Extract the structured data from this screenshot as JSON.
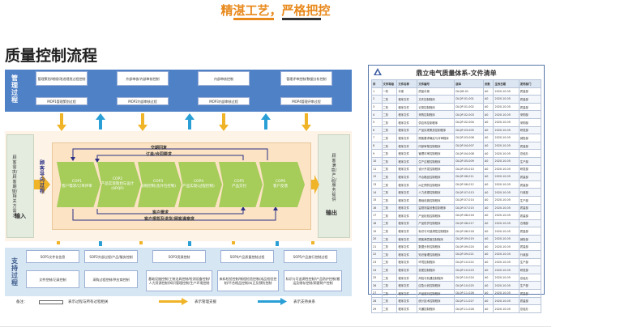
{
  "header": {
    "tagline": "精湛工艺，严格把控",
    "title": "质量控制流程"
  },
  "management": {
    "label": "管理过程",
    "top_boxes": [
      "管理策划/增规/改进规划过程控制",
      "外部审核/内部审核控制",
      "内部审核控制",
      "管理评审控制/数据分析控制"
    ],
    "bottom_boxes": [
      "MOP1管理策划过程",
      "MOP2内部审核过程",
      "MOP3内部审核过程",
      "MOP4管理评审过程"
    ]
  },
  "core": {
    "input_label": "顾客需求/顾客期望/相关方需求",
    "input_word": "输入",
    "output_label": "顾客满意/产品/服务提供",
    "output_word": "输出",
    "customer_label": "顾客导向过程",
    "processes": [
      {
        "code": "COP1",
        "name": "客户需求/订单评审"
      },
      {
        "code": "COP2",
        "name": "产品实现策划与设计(APQP)"
      },
      {
        "code": "COP3",
        "name": "采购控制(含外包控制)"
      },
      {
        "code": "COP4",
        "name": "产品实现(过程控制)"
      },
      {
        "code": "COP5",
        "name": "产品交付"
      },
      {
        "code": "COP6",
        "name": "客户反馈"
      }
    ],
    "flows": {
      "top1": "交期回复",
      "top2": "订单/合同要求",
      "bottom1": "客户需求",
      "bottom2": "客户报怨及退货/顾客满意度"
    }
  },
  "support": {
    "label": "支持过程",
    "top_boxes": [
      {
        "code": "SOP1",
        "name": "文件化信息"
      },
      {
        "code": "SOP2",
        "name": "外部过程/产品/服务控制"
      },
      {
        "code": "SOP3",
        "name": "资源控制"
      },
      {
        "code": "SOP4",
        "name": "产品质量控制过程"
      },
      {
        "code": "SOP5",
        "name": "产品放行控制过程"
      }
    ],
    "bottom_boxes": [
      "文件控制/记录控制",
      "采购过程控制/供应商控制",
      "基础设施控制/工装治具控制/检测设备控制/人力资源控制/知识管理控制/生产环境控制",
      "来料检验控制/制程检验控制/成品检验控制/不合格品控制/纠正及预防控制",
      "标识与可追溯性控制/产品防护控制/搬运及储存控制/顾客财产控制"
    ]
  },
  "legend": {
    "prefix": "备注：",
    "item1": "表示过程与所有过程相关",
    "item2": "表示管理支援",
    "item3": "表示支持关系"
  },
  "doc_list": {
    "title": "鼎立电气质量体系-文件清单",
    "headers": [
      "序",
      "文件等级",
      "文件名称",
      "文件编号",
      "版本",
      "页数",
      "生效日期",
      "发布部门"
    ],
    "rows": [
      [
        "1",
        "一阶",
        "手册",
        "质量手册",
        "DLQM-01",
        "A0",
        "2020.10.05",
        "质量部"
      ],
      [
        "2",
        "二阶",
        "程序文件",
        "文件控制程序",
        "DLQP-01-001",
        "A0",
        "2020.10.05",
        "质量部"
      ],
      [
        "3",
        "二阶",
        "程序文件",
        "记录控制程序",
        "DLQP-01-002",
        "A0",
        "2020.10.05",
        "质量部"
      ],
      [
        "4",
        "二阶",
        "程序文件",
        "采购控制程序",
        "DLQP-02-003",
        "A0",
        "2020.10.05",
        "采购部"
      ],
      [
        "5",
        "二阶",
        "程序文件",
        "供应商控制程序",
        "DLQP-02-004",
        "A0",
        "2020.10.05",
        "采购部"
      ],
      [
        "6",
        "二阶",
        "程序文件",
        "产品实现策划控制程序",
        "DLQP-03-005",
        "A0",
        "2020.10.05",
        "研发部"
      ],
      [
        "7",
        "二阶",
        "程序文件",
        "顾客要求确定与评审程序",
        "DLQP-03-006",
        "A0",
        "2020.10.05",
        "销售部"
      ],
      [
        "8",
        "二阶",
        "程序文件",
        "内部审核控制程序",
        "DLQP-04-007",
        "A0",
        "2020.10.05",
        "质量部"
      ],
      [
        "9",
        "二阶",
        "程序文件",
        "管理评审控制程序",
        "DLQP-04-008",
        "A0",
        "2020.10.05",
        "总经办"
      ],
      [
        "10",
        "二阶",
        "程序文件",
        "生产过程控制程序",
        "DLQP-05-009",
        "A0",
        "2020.10.05",
        "生产部"
      ],
      [
        "11",
        "二阶",
        "程序文件",
        "设计开发控制程序",
        "DLQP-05-010",
        "A0",
        "2020.10.05",
        "研发部"
      ],
      [
        "12",
        "二阶",
        "程序文件",
        "不合格品控制程序",
        "DLQP-06-011",
        "A0",
        "2020.10.05",
        "质量部"
      ],
      [
        "13",
        "二阶",
        "程序文件",
        "纠正预防控制程序",
        "DLQP-06-012",
        "A0",
        "2020.10.05",
        "质量部"
      ],
      [
        "14",
        "二阶",
        "程序文件",
        "人力资源控制程序",
        "DLQP-07-013",
        "A0",
        "2020.10.05",
        "行政部"
      ],
      [
        "15",
        "二阶",
        "程序文件",
        "基础设施控制程序",
        "DLQP-07-014",
        "A0",
        "2020.10.05",
        "生产部"
      ],
      [
        "16",
        "二阶",
        "程序文件",
        "监视测量设备控制程序",
        "DLQP-07-015",
        "A0",
        "2020.10.05",
        "质量部"
      ],
      [
        "17",
        "二阶",
        "程序文件",
        "产品检验控制程序",
        "DLQP-08-016",
        "A0",
        "2020.10.05",
        "质量部"
      ],
      [
        "18",
        "二阶",
        "程序文件",
        "产品防护控制程序",
        "DLQP-08-017",
        "A0",
        "2020.10.05",
        "仓储部"
      ],
      [
        "19",
        "二阶",
        "程序文件",
        "标识与可追溯性控制程序",
        "DLQP-08-018",
        "A0",
        "2020.10.05",
        "质量部"
      ],
      [
        "20",
        "二阶",
        "程序文件",
        "顾客满意度控制程序",
        "DLQP-09-019",
        "A0",
        "2020.10.05",
        "销售部"
      ],
      [
        "21",
        "二阶",
        "程序文件",
        "数据分析控制程序",
        "DLQP-09-020",
        "A0",
        "2020.10.05",
        "质量部"
      ],
      [
        "22",
        "二阶",
        "程序文件",
        "知识管理控制程序",
        "DLQP-09-021",
        "A0",
        "2020.10.05",
        "行政部"
      ],
      [
        "23",
        "二阶",
        "程序文件",
        "环境控制程序",
        "DLQP-10-022",
        "A0",
        "2020.10.05",
        "生产部"
      ],
      [
        "24",
        "二阶",
        "程序文件",
        "变更控制程序",
        "DLQP-10-023",
        "A0",
        "2020.10.05",
        "研发部"
      ],
      [
        "25",
        "二阶",
        "程序文件",
        "风险与机遇控制程序",
        "DLQP-10-024",
        "A0",
        "2020.10.05",
        "总经办"
      ],
      [
        "26",
        "二阶",
        "程序文件",
        "应急计划控制程序",
        "DLQP-10-025",
        "A0",
        "2020.10.05",
        "生产部"
      ],
      [
        "27",
        "二阶",
        "程序文件",
        "产品放行控制程序",
        "DLQP-11-026",
        "A0",
        "2020.10.05",
        "质量部"
      ],
      [
        "28",
        "二阶",
        "程序文件",
        "统计技术控制程序",
        "DLQP-11-027",
        "A0",
        "2020.10.05",
        "质量部"
      ],
      [
        "29",
        "二阶",
        "程序文件",
        "沟通控制程序",
        "DLQP-11-028",
        "A0",
        "2020.10.05",
        "总经办"
      ]
    ]
  },
  "colors": {
    "accent": "#e8891c",
    "management_bg": "#4f81c7",
    "process_green": "#a6cc5a",
    "support_bg": "#d6e7f3",
    "arrow_yellow": "#f0b428",
    "arrow_blue": "#2a9fd6"
  }
}
